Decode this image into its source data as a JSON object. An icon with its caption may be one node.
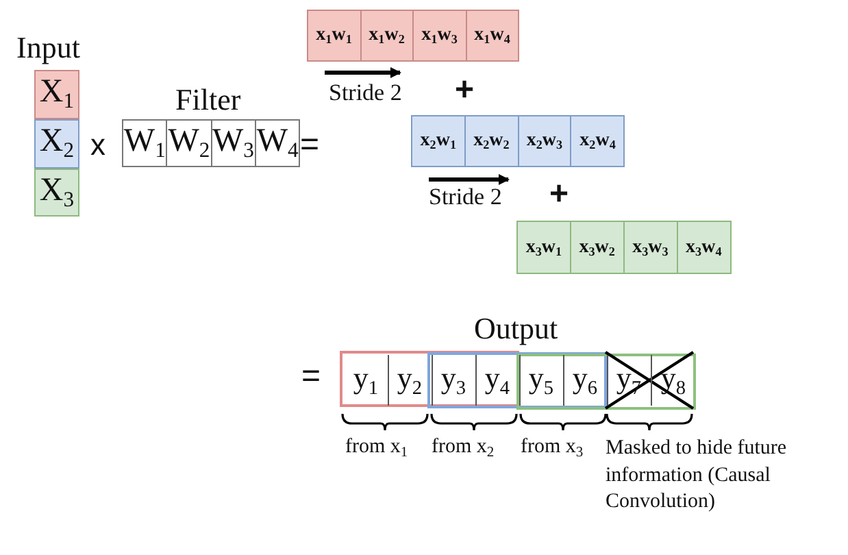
{
  "diagram": {
    "nodes": [
      {
        "text": [
          "X$_{1}$"
        ]
      },
      {
        "text": [
          "X$_{2}$"
        ]
      },
      {
        "text": [
          "X$_{3}$"
        ]
      },
      {
        "text": [
          "W$_{1}$"
        ]
      },
      {
        "text": [
          "W$_{2}$"
        ]
      },
      {
        "text": [
          "W$_{3}$"
        ]
      },
      {
        "text": [
          "W$_{4}$"
        ]
      },
      {
        "text": [
          "x$_{1}$w$_{1}$"
        ]
      },
      {
        "text": [
          "x$_{1}$w$_{2}$"
        ]
      },
      {
        "text": [
          "x$_{1}$w$_{3}$"
        ]
      },
      {
        "text": [
          "x$_{1}$w$_{4}$"
        ]
      },
      {
        "text": [
          "x$_{2}$w$_{1}$"
        ]
      },
      {
        "text": [
          "x$_{2}$w$_{2}$"
        ]
      },
      {
        "text": [
          "x$_{2}$w$_{3}$"
        ]
      },
      {
        "text": [
          "x$_{2}$w$_{4}$"
        ]
      },
      {
        "text": [
          "x$_{3}$w$_{1}$"
        ]
      },
      {
        "text": [
          "x$_{3}$w$_{2}$"
        ]
      },
      {
        "text": [
          "x$_{3}$w$_{3}$"
        ]
      },
      {
        "text": [
          "x$_{3}$w$_{4}$"
        ]
      },
      {
        "text": [
          "y$_{1}$"
        ]
      },
      {
        "text": [
          "y$_{2}$"
        ]
      },
      {
        "text": [
          "y$_{3}$"
        ]
      },
      {
        "text": [
          "y$_{4}$"
        ]
      },
      {
        "text": [
          "y$_{5}$"
        ]
      },
      {
        "text": [
          "y$_{6}$"
        ]
      },
      {
        "text": [
          "y$_{7}$"
        ]
      },
      {
        "text": [
          "y$_{8}$"
        ]
      }
    ],
    "labels": [
      "Input",
      "x",
      "Filter",
      "=",
      "Stride 2",
      "+",
      "Stride 2",
      "+",
      "Output",
      "=",
      "from x$_{1}$",
      "from x$_{2}$",
      "from x$_{3}$",
      "Masked to hide future information (Causal Convolution)"
    ]
  }
}
